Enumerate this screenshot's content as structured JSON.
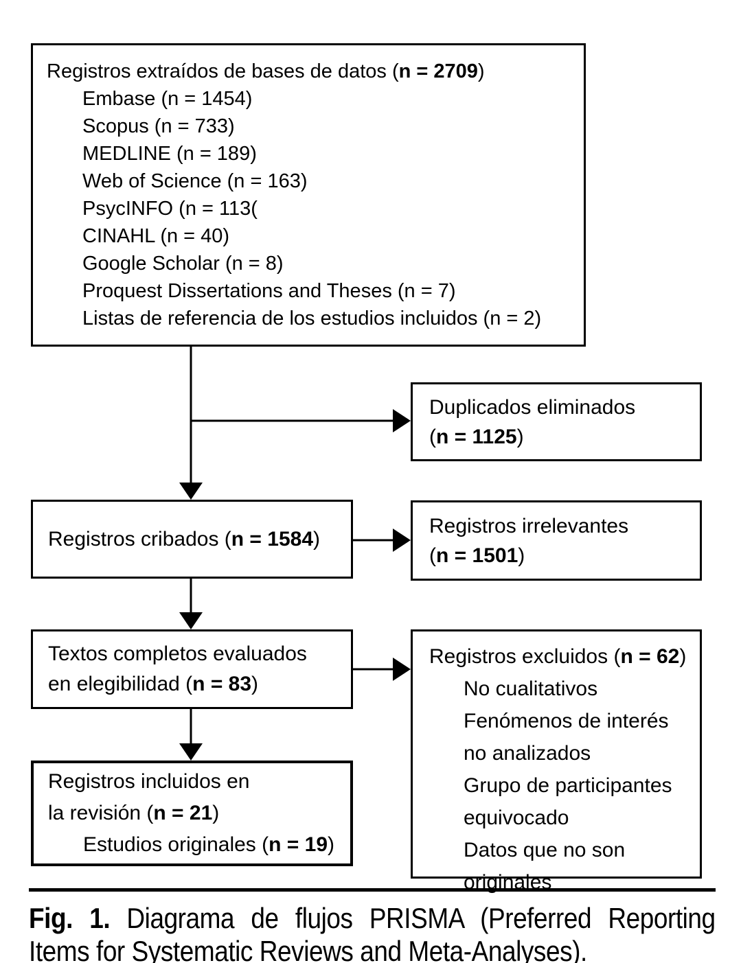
{
  "figure": {
    "colors": {
      "ink": "#000000",
      "background": "#ffffff"
    },
    "boxes": {
      "identified": {
        "title_pre": "Registros extraídos de bases de datos (",
        "title_bold": "n = 2709",
        "title_post": ")",
        "items": [
          "Embase (n = 1454)",
          "Scopus (n = 733)",
          "MEDLINE (n = 189)",
          "Web of Science (n = 163)",
          "PsycINFO (n = 113(",
          "CINAHL (n = 40)",
          "Google Scholar (n = 8)",
          "Proquest Dissertations and Theses (n = 7)",
          "Listas de referencia de los estudios incluidos (n = 2)"
        ]
      },
      "duplicates": {
        "line1": "Duplicados eliminados",
        "line2_pre": "(",
        "line2_bold": "n = 1125",
        "line2_post": ")"
      },
      "screened": {
        "pre": "Registros cribados (",
        "bold": "n = 1584",
        "post": ")"
      },
      "irrelevant": {
        "line1": "Registros irrelevantes",
        "line2_pre": "(",
        "line2_bold": "n = 1501",
        "line2_post": ")"
      },
      "fulltext": {
        "line1": "Textos completos evaluados",
        "line2_pre": "en elegibilidad (",
        "line2_bold": "n = 83",
        "line2_post": ")"
      },
      "excluded": {
        "title_pre": "Registros excluidos (",
        "title_bold": "n = 62",
        "title_post": ")",
        "items": [
          "No cualitativos",
          "Fenómenos de interés no analizados",
          "Grupo de participantes equivocado",
          "Datos que no son originales"
        ]
      },
      "included": {
        "line1": "Registros incluidos en",
        "line2_pre": "la revisión (",
        "line2_bold": "n = 21",
        "line2_post": ")",
        "line3_pre": "Estudios originales (",
        "line3_bold": "n = 19",
        "line3_post": ")"
      }
    },
    "caption": {
      "fig_label": "Fig. 1.",
      "line1_rest": " Diagrama de flujos PRISMA (Preferred Reporting",
      "line2": "Items for Systematic Reviews and Meta-Analyses)."
    }
  }
}
